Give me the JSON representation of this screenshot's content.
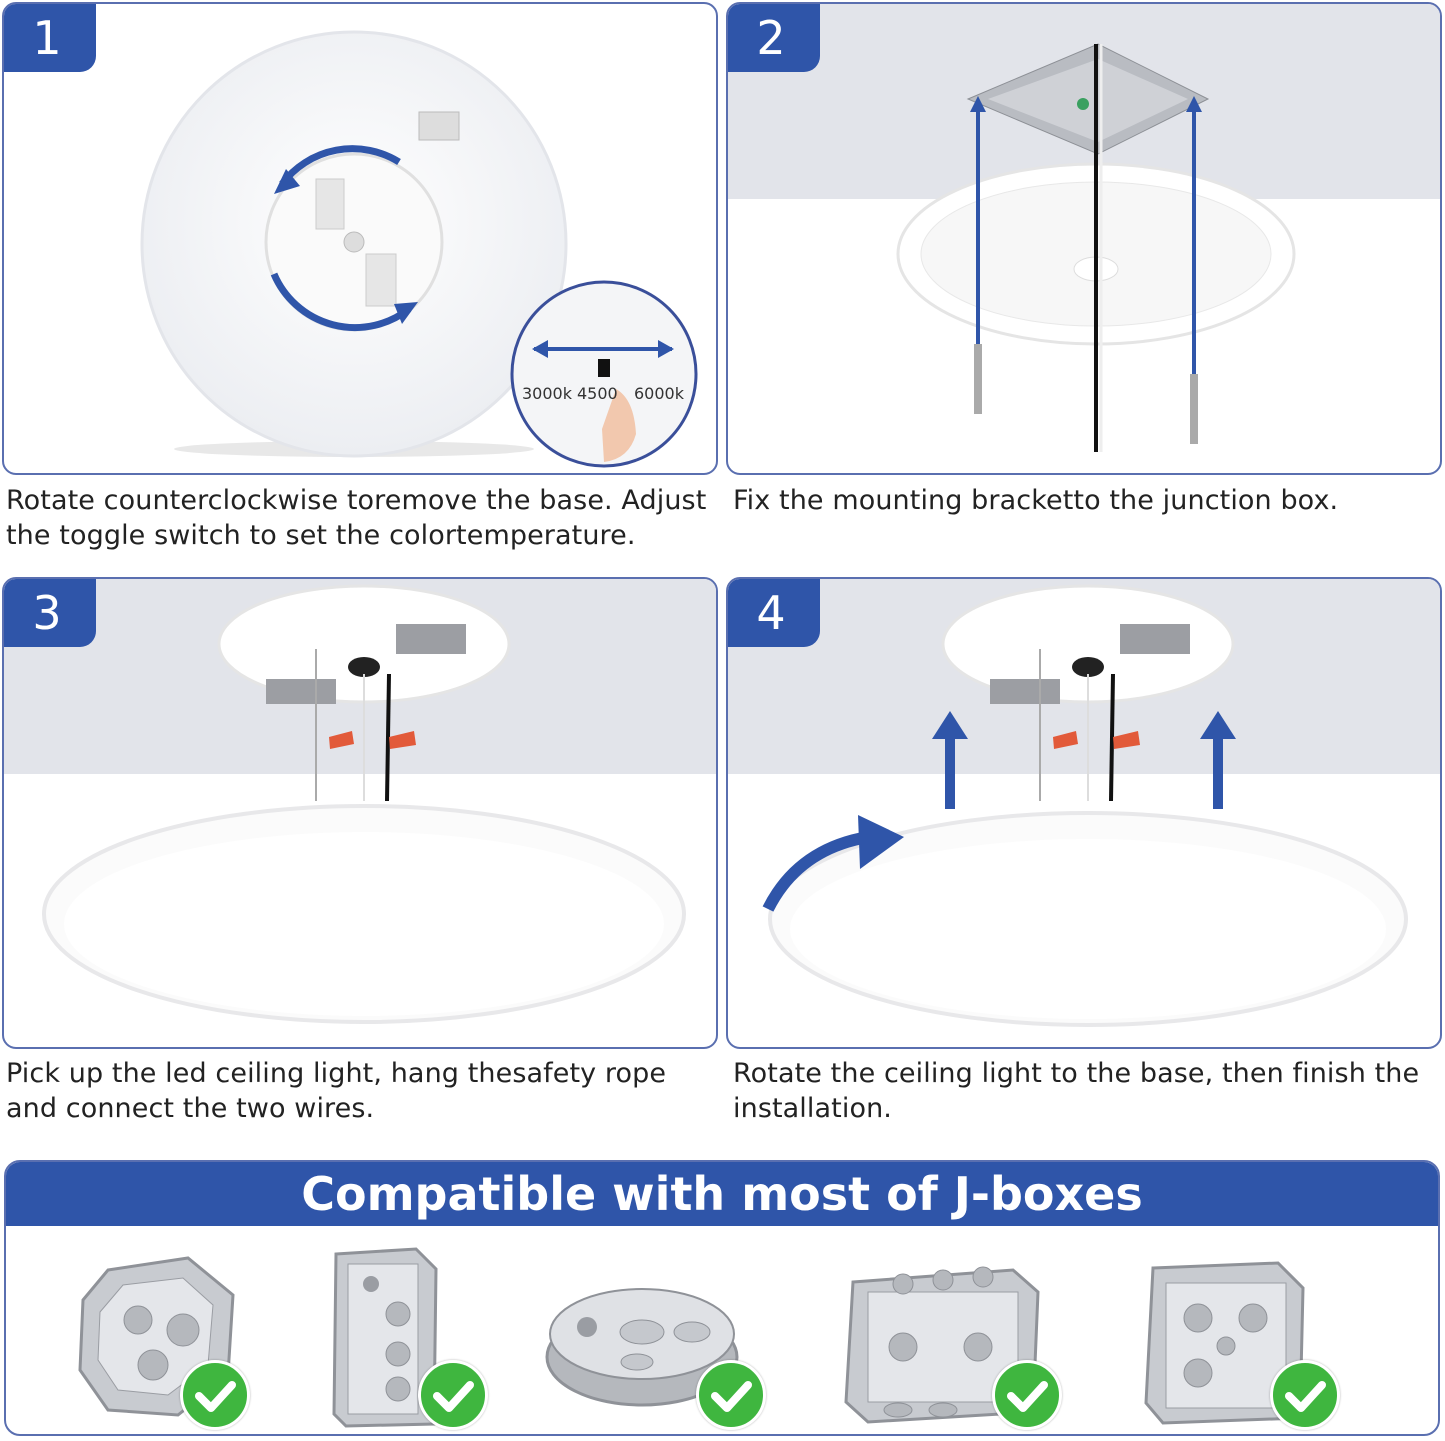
{
  "steps": [
    {
      "number": "1",
      "caption_line1": "Rotate counterclockwise toremove the base. Adjust",
      "caption_line2": "the toggle switch to set the colortemperature.",
      "temps": [
        "3000k",
        "4500",
        "6000k"
      ]
    },
    {
      "number": "2",
      "caption_line1": "Fix the mounting bracketto the junction box.",
      "caption_line2": ""
    },
    {
      "number": "3",
      "caption_line1": "Pick up the led ceiling light, hang thesafety rope",
      "caption_line2": "and connect the two wires."
    },
    {
      "number": "4",
      "caption_line1": "Rotate the ceiling light to the base, then finish the",
      "caption_line2": "installation."
    }
  ],
  "banner": {
    "title": "Compatible with most of J-boxes"
  },
  "jboxes": [
    {
      "icon": "octagon-jbox-icon"
    },
    {
      "icon": "single-gang-jbox-icon"
    },
    {
      "icon": "round-pancake-jbox-icon"
    },
    {
      "icon": "double-gang-jbox-icon"
    },
    {
      "icon": "square-jbox-icon"
    }
  ],
  "colors": {
    "accent": "#2f55a9",
    "check": "#3fb63f"
  }
}
